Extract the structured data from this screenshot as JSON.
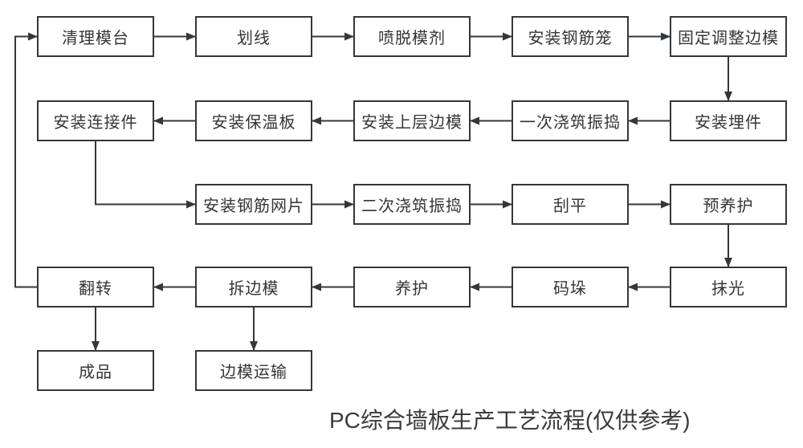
{
  "title": "PC综合墙板生产工艺流程(仅供参考)",
  "colors": {
    "line": "#34373c",
    "box_border": "#34373c",
    "text": "#333538",
    "background": "#ffffff"
  },
  "nodes": [
    {
      "id": "clean-mold-table",
      "label": "清理模台"
    },
    {
      "id": "marking",
      "label": "划线"
    },
    {
      "id": "spray-release-agent",
      "label": "喷脱模剂"
    },
    {
      "id": "install-rebar-cage",
      "label": "安装钢筋笼"
    },
    {
      "id": "fix-adjust-side-forms",
      "label": "固定调整边模"
    },
    {
      "id": "install-embedded-parts",
      "label": "安装埋件"
    },
    {
      "id": "first-pour-vibrate",
      "label": "一次浇筑振捣"
    },
    {
      "id": "install-upper-side-forms",
      "label": "安装上层边模"
    },
    {
      "id": "install-insulation-board",
      "label": "安装保温板"
    },
    {
      "id": "install-connectors",
      "label": "安装连接件"
    },
    {
      "id": "install-rebar-mesh",
      "label": "安装钢筋网片"
    },
    {
      "id": "second-pour-vibrate",
      "label": "二次浇筑振捣"
    },
    {
      "id": "screeding",
      "label": "刮平"
    },
    {
      "id": "pre-curing",
      "label": "预养护"
    },
    {
      "id": "troweling",
      "label": "抹光"
    },
    {
      "id": "stacking",
      "label": "码垛"
    },
    {
      "id": "curing",
      "label": "养护"
    },
    {
      "id": "remove-side-forms",
      "label": "拆边模"
    },
    {
      "id": "flip",
      "label": "翻转"
    },
    {
      "id": "finished-product",
      "label": "成品"
    },
    {
      "id": "side-form-transport",
      "label": "边模运输"
    }
  ],
  "edges": [
    {
      "from": "clean-mold-table",
      "to": "marking"
    },
    {
      "from": "marking",
      "to": "spray-release-agent"
    },
    {
      "from": "spray-release-agent",
      "to": "install-rebar-cage"
    },
    {
      "from": "install-rebar-cage",
      "to": "fix-adjust-side-forms"
    },
    {
      "from": "fix-adjust-side-forms",
      "to": "install-embedded-parts"
    },
    {
      "from": "install-embedded-parts",
      "to": "first-pour-vibrate"
    },
    {
      "from": "first-pour-vibrate",
      "to": "install-upper-side-forms"
    },
    {
      "from": "install-upper-side-forms",
      "to": "install-insulation-board"
    },
    {
      "from": "install-insulation-board",
      "to": "install-connectors"
    },
    {
      "from": "install-connectors",
      "to": "install-rebar-mesh"
    },
    {
      "from": "install-rebar-mesh",
      "to": "second-pour-vibrate"
    },
    {
      "from": "second-pour-vibrate",
      "to": "screeding"
    },
    {
      "from": "screeding",
      "to": "pre-curing"
    },
    {
      "from": "pre-curing",
      "to": "troweling"
    },
    {
      "from": "troweling",
      "to": "stacking"
    },
    {
      "from": "stacking",
      "to": "curing"
    },
    {
      "from": "curing",
      "to": "remove-side-forms"
    },
    {
      "from": "remove-side-forms",
      "to": "flip"
    },
    {
      "from": "flip",
      "to": "finished-product"
    },
    {
      "from": "remove-side-forms",
      "to": "side-form-transport"
    },
    {
      "from": "flip",
      "to": "clean-mold-table"
    }
  ]
}
